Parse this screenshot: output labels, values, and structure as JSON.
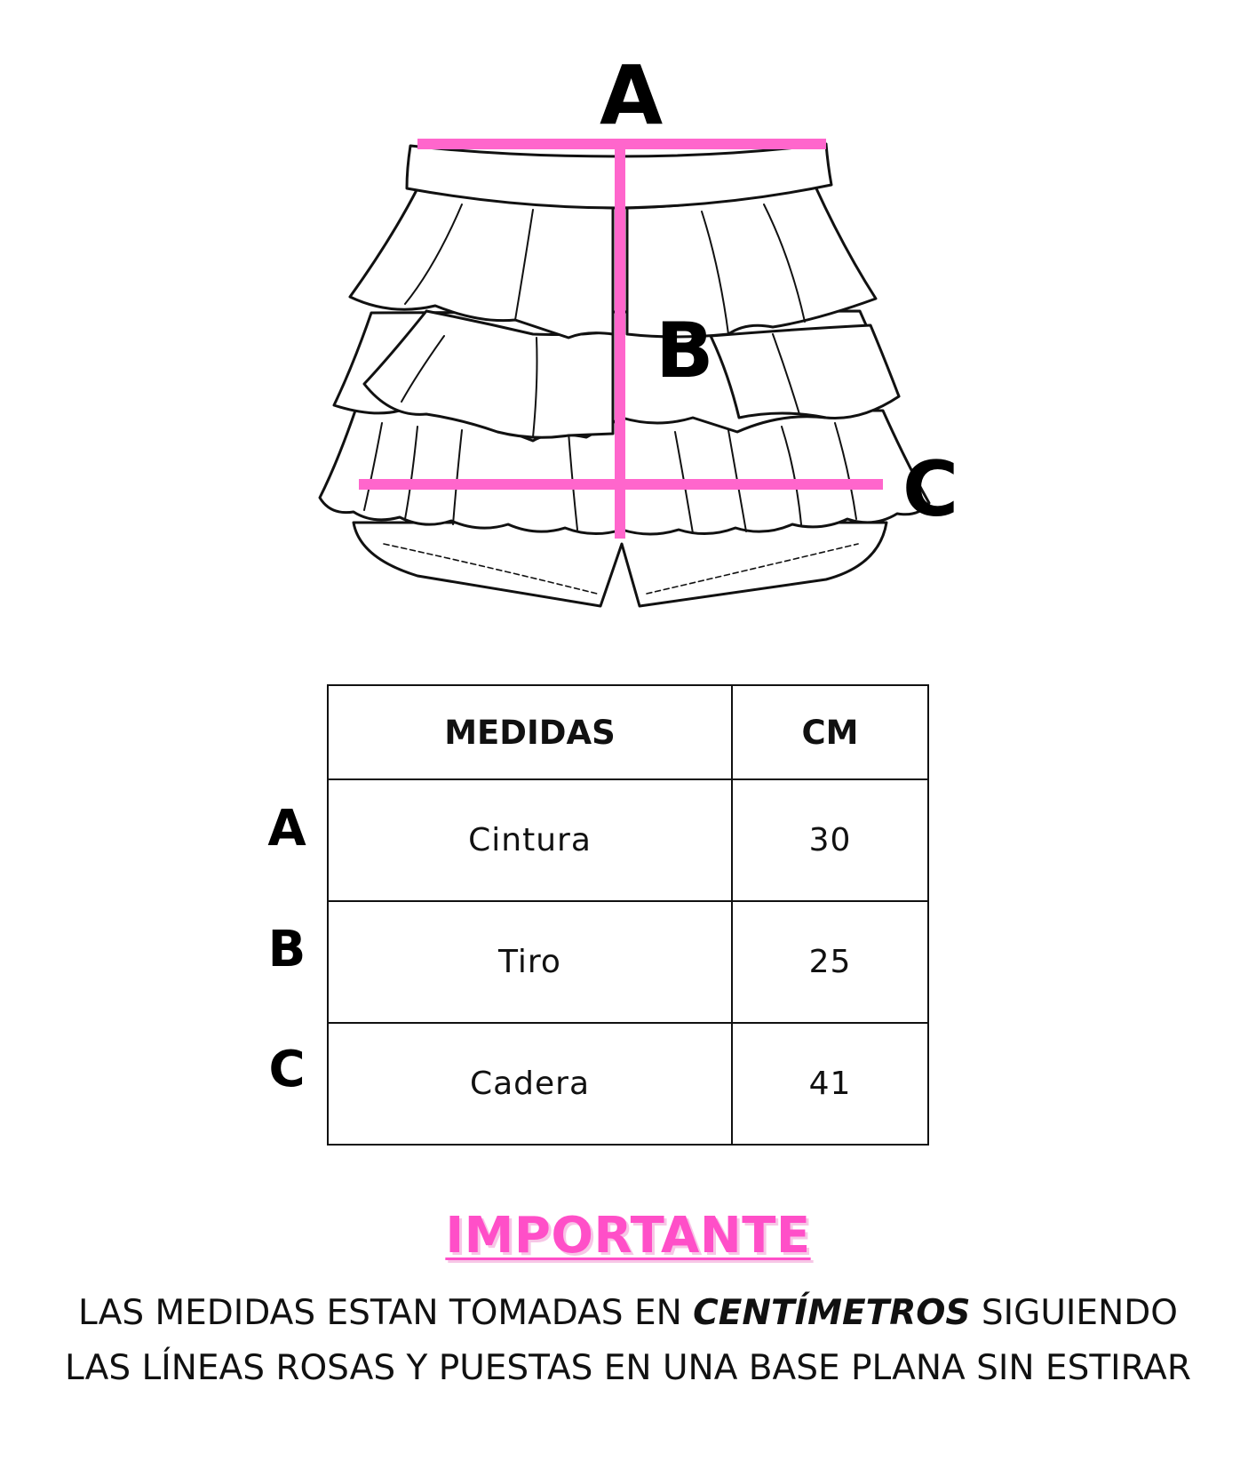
{
  "diagram": {
    "labels": {
      "a": "A",
      "b": "B",
      "c": "C"
    },
    "accent_color": "#ff66cc",
    "outline_color": "#111111",
    "icon": "ruffled-shorts-icon"
  },
  "table": {
    "headers": {
      "measure": "MEDIDAS",
      "unit": "CM"
    },
    "rows": [
      {
        "key": "A",
        "measure": "Cintura",
        "value": "30"
      },
      {
        "key": "B",
        "measure": "Tiro",
        "value": "25"
      },
      {
        "key": "C",
        "measure": "Cadera",
        "value": "41"
      }
    ]
  },
  "notice": {
    "title": "IMPORTANTE",
    "title_color": "#ff4fc8",
    "line1_before": "LAS MEDIDAS ESTAN TOMADAS EN ",
    "line1_emphasis": "CENTÍMETROS",
    "line1_after": " SIGUIENDO",
    "line2": "LAS LÍNEAS ROSAS Y PUESTAS EN UNA BASE PLANA SIN ESTIRAR"
  }
}
